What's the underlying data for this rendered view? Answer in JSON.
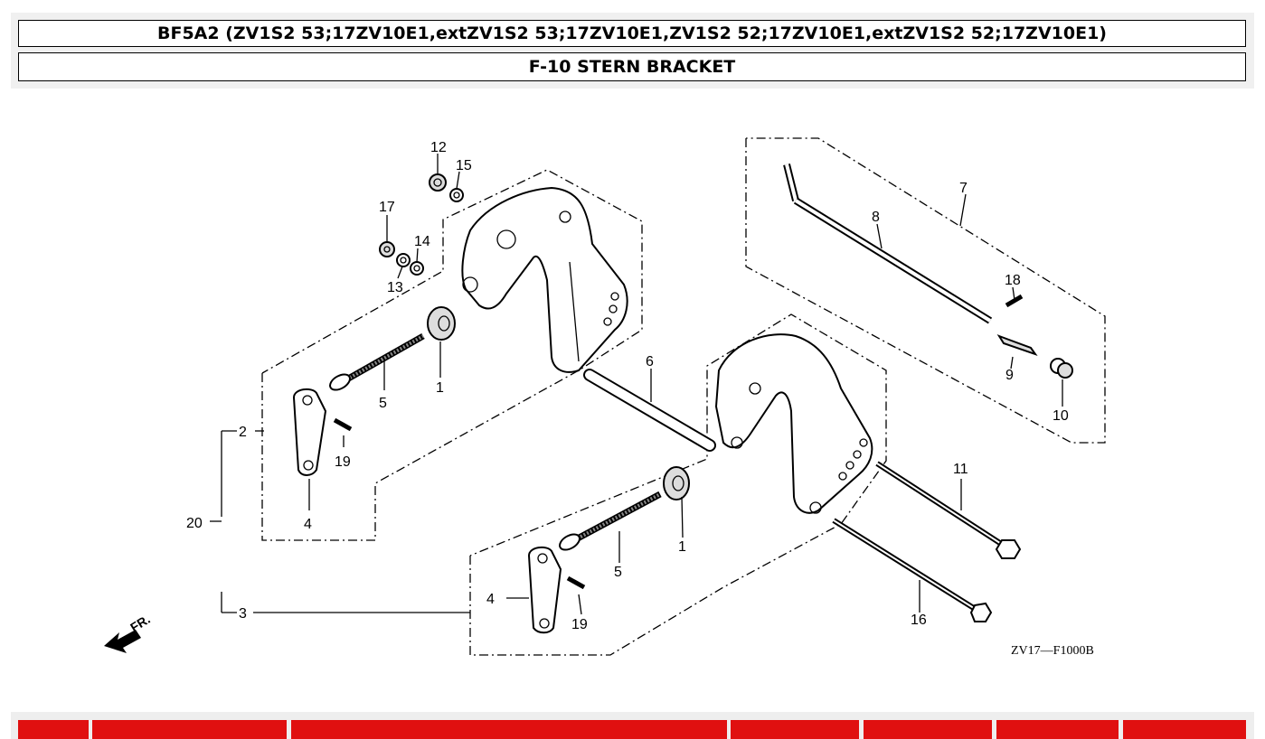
{
  "header": {
    "model_title": "BF5A2 (ZV1S2 53;17ZV10E1,extZV1S2 53;17ZV10E1,ZV1S2 52;17ZV10E1,extZV1S2 52;17ZV10E1)",
    "section_title": "F-10 STERN BRACKET"
  },
  "diagram": {
    "callouts": [
      "12",
      "15",
      "17",
      "14",
      "13",
      "1",
      "5",
      "2",
      "19",
      "20",
      "4",
      "6",
      "8",
      "7",
      "18",
      "9",
      "10",
      "11",
      "1",
      "5",
      "4",
      "19",
      "3",
      "16"
    ],
    "direction_label": "FR.",
    "figure_code": "ZV17—F1000B"
  },
  "table": {
    "header_color": "#e01010"
  }
}
